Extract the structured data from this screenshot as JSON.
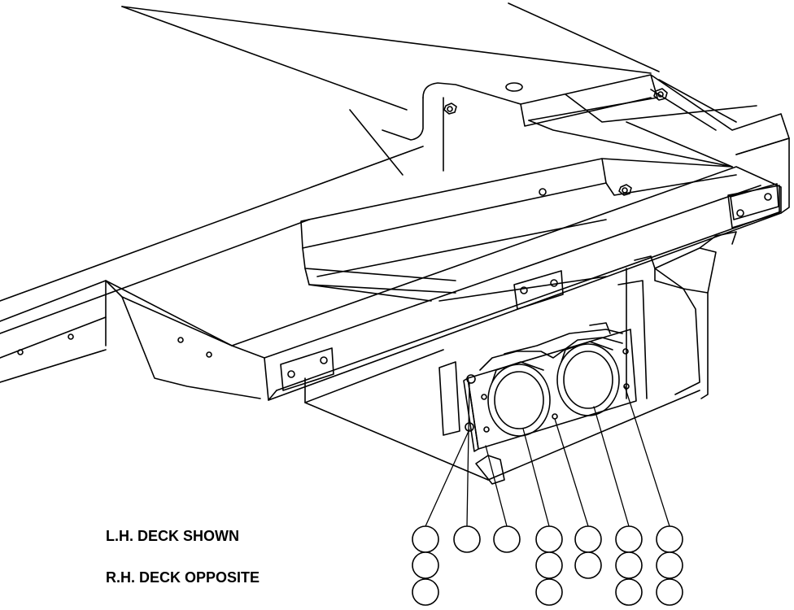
{
  "notes": {
    "line1": "L.H. DECK SHOWN",
    "line2": "R.H. DECK OPPOSITE"
  },
  "callout_columns": [
    {
      "id": "col-1",
      "balloons": 3
    },
    {
      "id": "col-2",
      "balloons": 1
    },
    {
      "id": "col-3",
      "balloons": 1
    },
    {
      "id": "col-4",
      "balloons": 3
    },
    {
      "id": "col-5",
      "balloons": 2
    },
    {
      "id": "col-6",
      "balloons": 3
    },
    {
      "id": "col-7",
      "balloons": 3
    }
  ]
}
